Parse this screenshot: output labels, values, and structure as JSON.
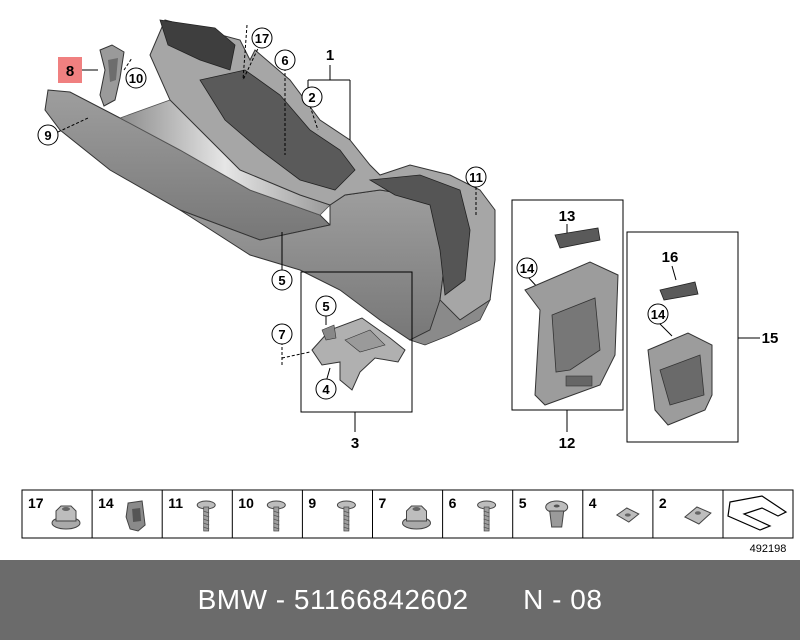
{
  "callouts": {
    "c1": "1",
    "c2": "2",
    "c3": "3",
    "c4": "4",
    "c5": "5",
    "c5b": "5",
    "c6": "6",
    "c7": "7",
    "c8": "8",
    "c9": "9",
    "c10": "10",
    "c11": "11",
    "c12": "12",
    "c13": "13",
    "c14a": "14",
    "c14b": "14",
    "c15": "15",
    "c16": "16",
    "c17": "17"
  },
  "highlight_color": "#f08080",
  "parts_strip": [
    {
      "number": "17",
      "icon": "flange-nut-icon"
    },
    {
      "number": "14",
      "icon": "spring-clip-icon"
    },
    {
      "number": "11",
      "icon": "flange-screw-icon"
    },
    {
      "number": "10",
      "icon": "self-tapping-screw-icon"
    },
    {
      "number": "9",
      "icon": "pan-head-screw-icon"
    },
    {
      "number": "7",
      "icon": "hex-nut-icon"
    },
    {
      "number": "6",
      "icon": "bolt-icon"
    },
    {
      "number": "5",
      "icon": "expanding-rivet-icon"
    },
    {
      "number": "4",
      "icon": "square-nut-icon"
    },
    {
      "number": "2",
      "icon": "clip-nut-icon"
    }
  ],
  "doc_number": "492198",
  "footer": {
    "brand": "BMW",
    "part_number": "51166842602",
    "position": "N - 08"
  }
}
